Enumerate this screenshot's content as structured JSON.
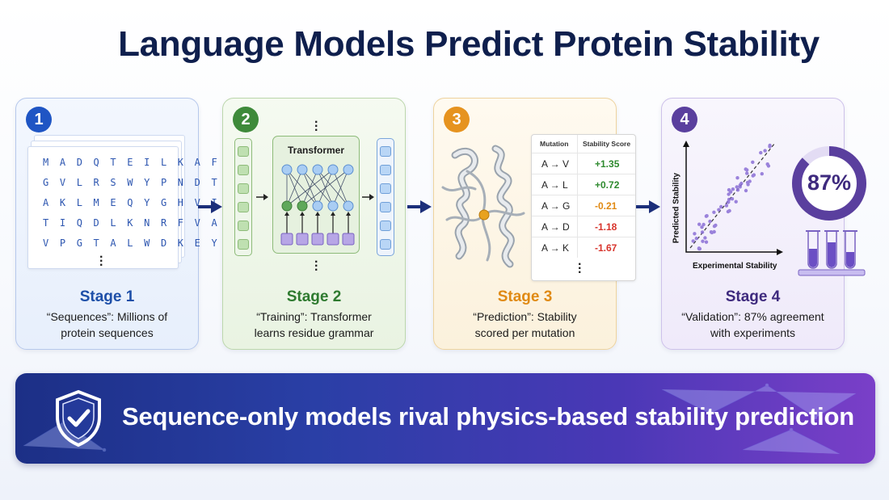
{
  "title": "Language Models Predict Protein Stability",
  "stages": [
    {
      "number": "1",
      "name": "Stage 1",
      "desc_line1": "“Sequences”: Millions of",
      "desc_line2": "protein sequences"
    },
    {
      "number": "2",
      "name": "Stage 2",
      "desc_line1": "“Training”: Transformer",
      "desc_line2": "learns residue grammar"
    },
    {
      "number": "3",
      "name": "Stage 3",
      "desc_line1": "“Prediction”: Stability",
      "desc_line2": "scored per mutation"
    },
    {
      "number": "4",
      "name": "Stage 4",
      "desc_line1": "“Validation”: 87% agreement",
      "desc_line2": "with experiments"
    }
  ],
  "sequences": [
    "M A D Q T E I L K A F ...",
    "G V L R S W Y P N D T ...",
    "A K L M E Q Y G H V I ...",
    "T I Q D L K N R F V A ...",
    "V P G T A L W D K E Y ..."
  ],
  "transformer_label": "Transformer",
  "mutation_table": {
    "headers": [
      "Mutation",
      "Stability Score"
    ],
    "rows": [
      {
        "mutation": "A → V",
        "score": "+1.35"
      },
      {
        "mutation": "A → L",
        "score": "+0.72"
      },
      {
        "mutation": "A → G",
        "score": "-0.21"
      },
      {
        "mutation": "A → D",
        "score": "-1.18"
      },
      {
        "mutation": "A → K",
        "score": "-1.67"
      }
    ]
  },
  "validation": {
    "percent_text": "87%",
    "percent_value": 87,
    "x_label": "Experimental Stability",
    "y_label": "Predicted Stability"
  },
  "banner_text": "Sequence-only models rival physics-based stability prediction",
  "colors": {
    "title": "#0f1f4d",
    "stage1": "#1f55c4",
    "stage2": "#3e8a3a",
    "stage3": "#e6931f",
    "stage4": "#5a3f9e",
    "positive_score": "#2e8a2e",
    "neutral_score": "#e08a14",
    "negative_score": "#d8342c",
    "arrow": "#1c2f7a"
  }
}
